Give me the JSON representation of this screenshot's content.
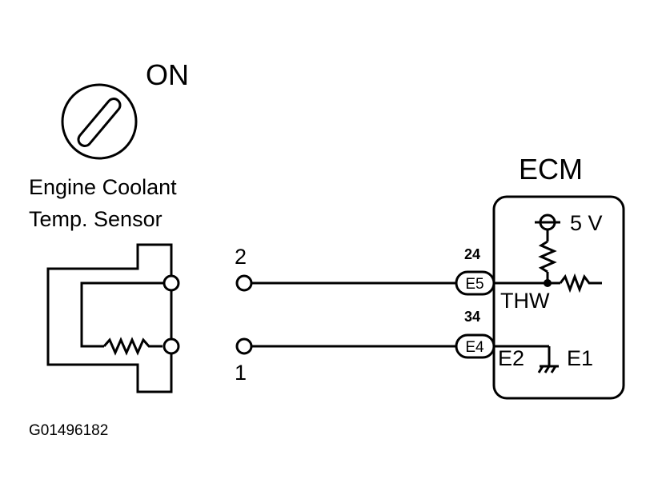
{
  "ignition": {
    "state_label": "ON"
  },
  "sensor": {
    "name_line1": "Engine Coolant",
    "name_line2": "Temp. Sensor",
    "pin_top": "2",
    "pin_bottom": "1"
  },
  "ecm": {
    "title": "ECM",
    "supply_label": "5 V",
    "pins": [
      {
        "number": "24",
        "connector": "E5",
        "signal": "THW"
      },
      {
        "number": "34",
        "connector": "E4",
        "signal": "E2"
      }
    ],
    "ground_label": "E1"
  },
  "figure_code": "G01496182",
  "colors": {
    "line": "#000000",
    "background": "#ffffff"
  }
}
